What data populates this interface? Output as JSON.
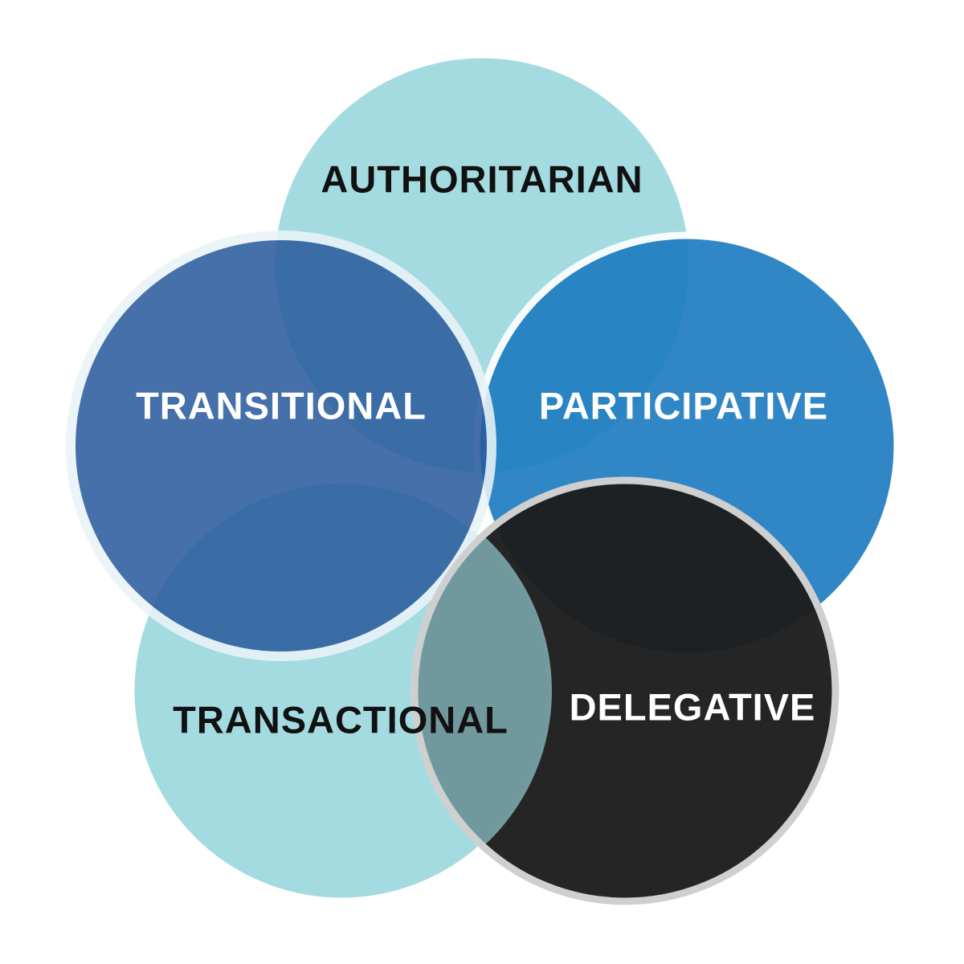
{
  "colors": {
    "background": "#ffffff",
    "ring": "#ffffff",
    "light_teal": "#9dd8df",
    "steel_blue": "#2c5d9e",
    "bright_blue": "#1b7bc0",
    "charcoal": "#1e1e1e",
    "dark_text": "#111111",
    "light_text": "#ffffff"
  },
  "circles": [
    {
      "id": "authoritarian",
      "label": "AUTHORITARIAN",
      "fill": "#9dd8df",
      "text_color": "#111111"
    },
    {
      "id": "transactional",
      "label": "TRANSACTIONAL",
      "fill": "#9dd8df",
      "text_color": "#111111"
    },
    {
      "id": "participative",
      "label": "PARTICIPATIVE",
      "fill": "#1b7bc0",
      "text_color": "#ffffff"
    },
    {
      "id": "delegative",
      "label": "DELEGATIVE",
      "fill": "#1e1e1e",
      "text_color": "#ffffff"
    },
    {
      "id": "transitional",
      "label": "TRANSITIONAL",
      "fill": "#2c5d9e",
      "text_color": "#ffffff"
    }
  ]
}
